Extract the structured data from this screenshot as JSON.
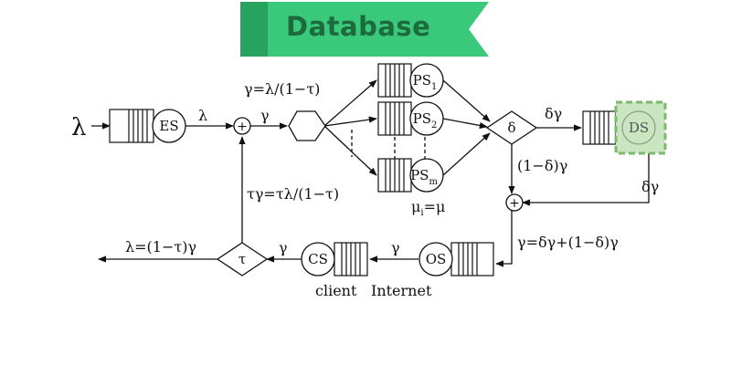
{
  "banner": {
    "title": "Database",
    "color": "#3ac87a",
    "dark": "#27a35f"
  },
  "labels": {
    "lambda_in": "λ",
    "lambda_after_es": "λ",
    "gamma_after_sum": "γ",
    "gamma_formula": "γ=λ/(1−τ)",
    "delta_gamma_top": "δγ",
    "delta_gamma_right": "δγ",
    "one_minus_delta_gamma": "(1−δ)γ",
    "tau_gamma": "τγ=τλ/(1−τ)",
    "mu_eq": "μ",
    "mu_sub": "i",
    "mu_rhs": "=μ",
    "gamma_sum": "γ=δγ+(1−δ)γ",
    "gamma_os_cs": "γ",
    "gamma_cs_tau": "γ",
    "lambda_out": "λ=(1−τ)γ",
    "client": "client",
    "internet": "Internet"
  },
  "nodes": {
    "es": "ES",
    "ps_main": "PS",
    "ps1_sub": "1",
    "ps2_sub": "2",
    "psm_sub": "m",
    "ds": "DS",
    "os": "OS",
    "cs": "CS",
    "delta": "δ",
    "tau": "τ",
    "plus": "+"
  },
  "colors": {
    "ds_fill": "#c9e6c0",
    "ds_border": "#7cb86f"
  }
}
